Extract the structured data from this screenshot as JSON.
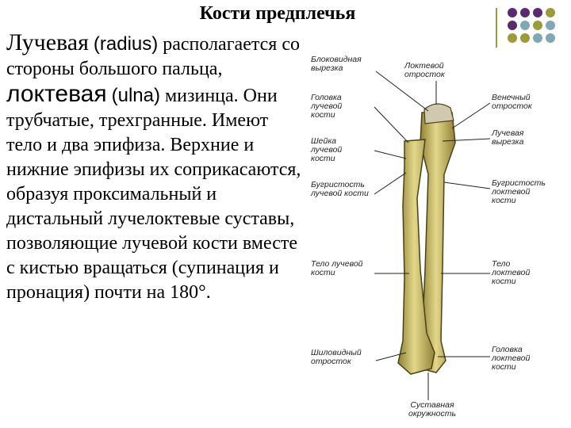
{
  "title": "Кости предплечья",
  "intro": {
    "term1": "Лучевая",
    "term1_latin": "(radius)",
    "text1": "располагается со стороны большого пальца,",
    "term2": "локтевая",
    "term2_latin": "(ulna)",
    "text2": "мизинца. Они трубчатые, трехгранные. Имеют тело и два эпифиза. Верхние и нижние эпифизы их соприкасаются, образуя проксимальный и дистальный лучелоктевые суставы, позволяющие лучевой кости вместе с кистью вращаться (супинация и пронация) почти на 180°."
  },
  "figure": {
    "labels": {
      "trochlear_notch": "Блоковидная вырезка",
      "olecranon": "Локтевой отросток",
      "radius_head": "Головка лучевой кости",
      "coronoid": "Венечный отросток",
      "radius_neck": "Шейка лучевой кости",
      "radial_notch": "Лучевая вырезка",
      "radius_tuberosity": "Бугристость лучевой кости",
      "ulna_tuberosity": "Бугристость локтевой кости",
      "radius_body": "Тело лучевой кости",
      "ulna_body": "Тело локтевой кости",
      "styloid": "Шиловидный отросток",
      "ulna_head": "Головка локтевой кости",
      "articular_circumference": "Суставная окружность"
    }
  },
  "colors": {
    "accent_text": "#7a2e8e",
    "deco_purple": "#5b2a6e",
    "deco_olive": "#9b9b3a",
    "deco_teal": "#7fa7b5",
    "bone": "#cdbf6e",
    "bone_shade": "#8f8236"
  }
}
